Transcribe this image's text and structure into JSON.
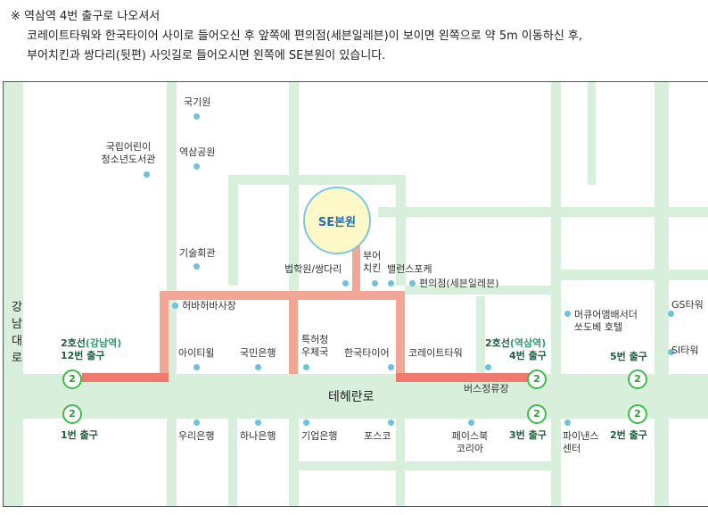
{
  "directions": {
    "line1": "※ 역삼역 4번 출구로 나오셔서",
    "line2": "코레이트타워와 한국타이어 사이로 들어오신 후 앞쪽에 편의점(세븐일레븐)이 보이면 왼쪽으로 약 5m 이동하신 후,",
    "line3": "부어치킨과 쌍다리(뒷편) 사잇길로 들어오시면 왼쪽에 SE본원이 있습니다."
  },
  "streets": {
    "main": "테헤란로",
    "side": "강남대로"
  },
  "destination": "SE본원",
  "landmarks": {
    "kukgiwon": "국기원",
    "library": "국립어린이\n청소년도서관",
    "yeoksam_park": "역삼공원",
    "tech_hall": "기술회관",
    "court": "법학원/쌍다리",
    "buer": "부어\n치킨",
    "balance": "밸런스포케",
    "convenience": "편의점(세븐일레븐)",
    "habahaba": "허바허바사장",
    "mercure": "머큐어앰배서더\n쏘도베 호텔",
    "gs_tower": "GS타워",
    "si_tower": "SI타워",
    "itwill": "아이티윌",
    "kb": "국민은행",
    "patent": "특허청\n우체국",
    "hankook": "한국타이어",
    "koreit": "코레이트타워",
    "bus_stop": "버스정류장",
    "woori": "우리은행",
    "hana": "하나은행",
    "ibk": "기업은행",
    "posco": "포스코",
    "facebook": "페이스북\n코리아",
    "finance": "파이낸스\n센터"
  },
  "exits": {
    "gangnam_12": {
      "line": "2호선",
      "station": "(강남역)",
      "exit": "12번 출구",
      "number": "2"
    },
    "gangnam_1": {
      "exit": "1번 출구",
      "number": "2"
    },
    "yeoksam_4": {
      "line": "2호선",
      "station": "(역삼역)",
      "exit": "4번 출구",
      "number": "2"
    },
    "yeoksam_3": {
      "exit": "3번 출구",
      "number": "2"
    },
    "yeoksam_5": {
      "exit": "5번 출구",
      "number": "2"
    },
    "yeoksam_2": {
      "exit": "2번 출구",
      "number": "2"
    }
  },
  "colors": {
    "road": "#d8efdc",
    "route": "#f3a596",
    "route_highlight": "#ef7a6d",
    "poi_dot": "#6cc3dd",
    "exit_circle": "#3fba4f",
    "destination_fill": "#fff8c8",
    "destination_text": "#1e6fb8"
  }
}
